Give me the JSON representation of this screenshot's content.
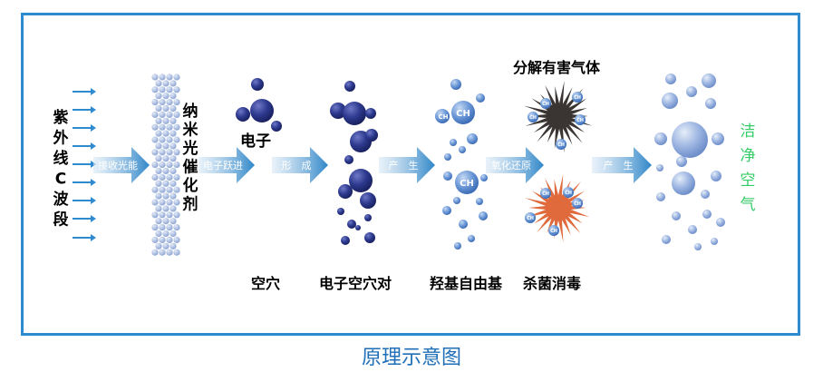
{
  "caption": "原理示意图",
  "source_label": [
    "紫",
    "外",
    "线",
    "C",
    "波",
    "段"
  ],
  "catalyst_label": [
    "纳",
    "米",
    "光",
    "催",
    "化",
    "剂"
  ],
  "clean_air_label": [
    "洁",
    "净",
    "空",
    "气"
  ],
  "electron_label": "电子",
  "harmful_gas_label": "分解有害气体",
  "arrows": [
    "接收光能",
    "电子跃进",
    "形　成",
    "产　生",
    "氧化还原",
    "产　生"
  ],
  "bottom_labels": [
    "空穴",
    "电子空穴对",
    "羟基自由基",
    "杀菌消毒"
  ],
  "ch_label": "CH",
  "colors": {
    "frame": "#2f8bd0",
    "arrow": "#2e86c8",
    "small_arrow": "#2f8bd0",
    "catalyst_dot": "#9bb2dc",
    "electron": "#283587",
    "hydroxyl": "#6e9ad6",
    "dark_star": "#3a3433",
    "red_star": "#e06a3c",
    "clean_ball": "#8fa8dc",
    "clean_text": "#33cc66",
    "caption": "#1f6fb8"
  }
}
